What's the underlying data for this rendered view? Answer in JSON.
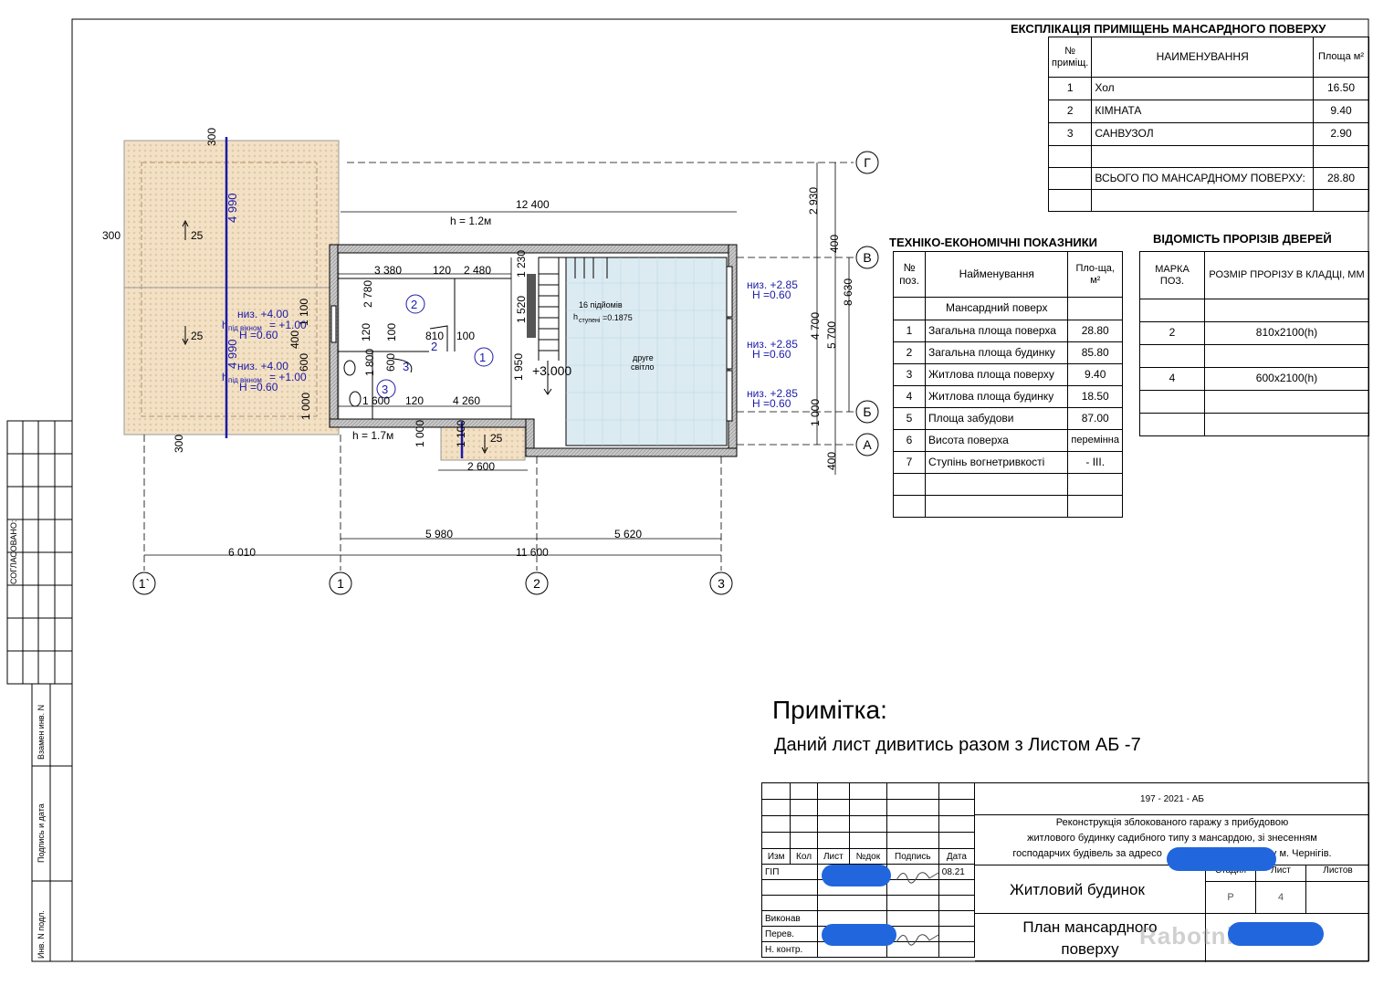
{
  "explication": {
    "title": "ЕКСПЛІКАЦІЯ ПРИМІЩЕНЬ МАНСАРДНОГО ПОВЕРХУ",
    "headers": [
      "№ приміщ.",
      "НАИМЕНУВАННЯ",
      "Площа м²"
    ],
    "rows": [
      [
        "1",
        "Хол",
        "16.50"
      ],
      [
        "2",
        "КІМНАТА",
        "9.40"
      ],
      [
        "3",
        "САНВУЗОЛ",
        "2.90"
      ]
    ],
    "total_label": "ВСЬОГО ПО МАНСАРДНОМУ ПОВЕРХУ:",
    "total_value": "28.80"
  },
  "tech": {
    "title": "ТЕХНІКО-ЕКОНОМІЧНІ ПОКАЗНИКИ",
    "headers": [
      "№ поз.",
      "Найменування",
      "Пло-ща, м²"
    ],
    "section": "Мансардний поверх",
    "rows": [
      [
        "1",
        "Загальна площа поверха",
        "28.80"
      ],
      [
        "2",
        "Загальна площа будинку",
        "85.80"
      ],
      [
        "3",
        "Житлова площа поверху",
        "9.40"
      ],
      [
        "4",
        "Житлова площа будинку",
        "18.50"
      ],
      [
        "5",
        "Площа забудови",
        "87.00"
      ],
      [
        "6",
        "Висота поверха",
        "перемінна"
      ],
      [
        "7",
        "Ступінь вогнетривкості",
        "- III."
      ]
    ]
  },
  "doors": {
    "title": "ВІДОМІСТЬ ПРОРІЗІВ ДВЕРЕЙ",
    "headers": [
      "МАРКА ПОЗ.",
      "РОЗМІР ПРОРІЗУ В КЛАДЦІ, ММ"
    ],
    "rows": [
      [
        "2",
        "810х2100(h)"
      ],
      [
        "4",
        "600х2100(h)"
      ]
    ]
  },
  "note": {
    "title": "Примітка:",
    "text": "Даний лист дивитись разом з Листом АБ -7"
  },
  "plan": {
    "axes": {
      "g": "Г",
      "v": "В",
      "b": "Б",
      "a": "А",
      "n1p": "1`",
      "n1": "1",
      "n2": "2",
      "n3": "3"
    },
    "dims": {
      "d12400": "12 400",
      "d300a": "300",
      "d300b": "300",
      "d300c": "300",
      "d4990a": "4 990",
      "d4990b": "4 990",
      "d2930": "2 930",
      "d400a": "400",
      "d4700": "4 700",
      "d8630": "8 630",
      "d5700": "5 700",
      "d1000r": "1 000",
      "d400b": "400",
      "d3380": "3 380",
      "d120a": "120",
      "d2480": "2 480",
      "d1230": "1 230",
      "d2780": "2 780",
      "d1520": "1 520",
      "d810": "810",
      "d100a": "100",
      "d120b": "120",
      "d100b": "100",
      "d1800": "1 800",
      "d600a": "600",
      "d1950": "1 950",
      "d1600": "1 600",
      "d120c": "120",
      "d4260": "4 260",
      "d1000l": "1 000",
      "d1100a": "1 100",
      "d400c": "400",
      "d600b": "600",
      "d1000b": "1 000",
      "d1100b": "1 100",
      "d2600": "2 600",
      "d6010": "6 010",
      "d5980": "5 980",
      "d5620": "5 620",
      "d11600": "11 600"
    },
    "labels": {
      "h12": "h = 1.2м",
      "h17": "h = 1.7м",
      "slope": "25",
      "niz400": "низ. +4.00",
      "hpid": "h",
      "hpid_sub": "під вікном",
      "hpid_val": "= +1.00",
      "h060": "Н  =0.60",
      "niz285": "низ. +2.85",
      "stairs": "16 підйомів",
      "hst": "h",
      "hst_sub": "ступені",
      "hst_val": "=0.1875",
      "level": "+3.000",
      "light1": "друге",
      "light2": "світло",
      "r1": "1",
      "r2": "2",
      "r3": "3",
      "door2": "2",
      "door3": "3"
    }
  },
  "side": {
    "agreed": "СОГЛАСОВАНО:",
    "replace": "Взамен инв. N",
    "sign": "Подпись и дата",
    "inv": "Инв. N подл."
  },
  "titleblock": {
    "code": "197 - 2021 - АБ",
    "project1": "Реконструкція зблокованого гаражу з прибудовою",
    "project2": "житлового  будинку садибного типу з мансардою, зі знесенням",
    "project3a": "господарчих будівель за адресо",
    "project3b": "у м. Чернігів.",
    "headers": [
      "Изм",
      "Кол",
      "Лист",
      "№док",
      "Подпись",
      "Дата"
    ],
    "gip": "ГІП",
    "date": "08.21",
    "vykonav": "Виконав",
    "perev": "Перев.",
    "nkontr": "Н. контр.",
    "building": "Житловий будинок",
    "stage_h": "Стадия",
    "sheet_h": "Лист",
    "sheets_h": "Листов",
    "stage": "Р",
    "sheet": "4",
    "plan1": "План мансардного",
    "plan2": "поверху",
    "watermark": "Rabotniki.UA"
  }
}
